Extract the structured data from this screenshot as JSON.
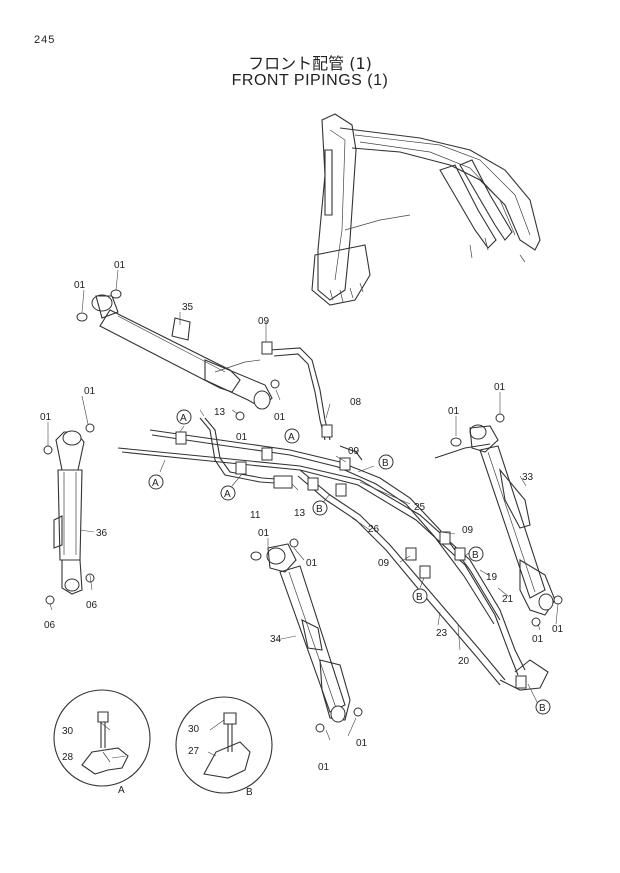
{
  "page_number": "245",
  "title_jp": "フロント配管 (1)",
  "title_en": "FRONT PIPINGS (1)",
  "labels": {
    "p01_a": "01",
    "p01_b": "01",
    "p35": "35",
    "p09_a": "09",
    "p08": "08",
    "p13_a": "13",
    "p01_c": "01",
    "p01_d": "01",
    "p01_e": "01",
    "p01_f": "01",
    "p36": "36",
    "p06_a": "06",
    "p06_b": "06",
    "pA_1": "A",
    "pA_2": "A",
    "pA_3": "A",
    "pA_4": "A",
    "p09_b": "09",
    "pB_1": "B",
    "p11": "11",
    "p13_b": "13",
    "pB_2": "B",
    "p25": "25",
    "p26": "26",
    "p09_c": "09",
    "pB_3": "B",
    "p09_d": "09",
    "pB_4": "B",
    "p01_g": "01",
    "p01_h": "01",
    "p33": "33",
    "p19": "19",
    "p21": "21",
    "p01_i": "01",
    "p01_j": "01",
    "p01_k": "01",
    "p01_l": "01",
    "p34": "34",
    "p23": "23",
    "p20": "20",
    "pB_5": "B",
    "p01_m": "01",
    "p01_n": "01",
    "d30_a": "30",
    "d28": "28",
    "dA": "A",
    "d30_b": "30",
    "d27": "27",
    "dB": "B"
  }
}
